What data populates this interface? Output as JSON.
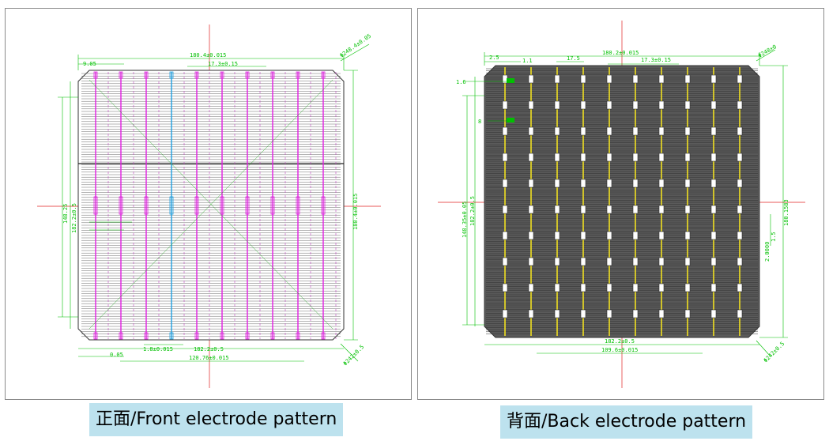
{
  "front": {
    "caption": "正面/Front electrode pattern",
    "dims": {
      "width_top": "180.4±0.015",
      "pitch_left": "9.05",
      "pitch_main": "17.3±0.15",
      "chamfer_tr": "Φ248.4±0.05",
      "height_left": "182.2±0.5",
      "height_left2": "148.25",
      "height_right": "180.4±0.015",
      "bottom_inner": "1.8±0.015",
      "bottom_total": "182.2±0.5",
      "bottom_small": "0.05",
      "bottom_pitch": "120.76±0.015",
      "chamfer_br": "Φ242±0.5"
    },
    "colors": {
      "grid": "#6a6a6a",
      "dim": "#00c000",
      "axis": "#e02020",
      "busbar_magenta": "#e020e0",
      "busbar_blue": "#20a0e0"
    }
  },
  "back": {
    "caption": "背面/Back electrode pattern",
    "dims": {
      "width_top": "180.2±0.015",
      "tab_a": "2.5",
      "tab_b": "1.1",
      "pitch_a": "17.5",
      "pitch_main": "17.3±0.15",
      "chamfer_tr": "Φ248±0",
      "side_a": "1.6",
      "side_b": "8",
      "height_left": "148.35±0.05",
      "height_left2": "182.2±0.5",
      "height_right": "180.1583",
      "side_small": "1.5",
      "side_small2": "2.0000",
      "bottom_total": "182.2±0.5",
      "bottom_pitch": "109.6±0.015",
      "chamfer_br": "Φ242±0.5"
    },
    "colors": {
      "fill": "#5a5a5a",
      "dim": "#00c000",
      "axis": "#e02020",
      "busbar_yellow": "#f0e020"
    }
  }
}
